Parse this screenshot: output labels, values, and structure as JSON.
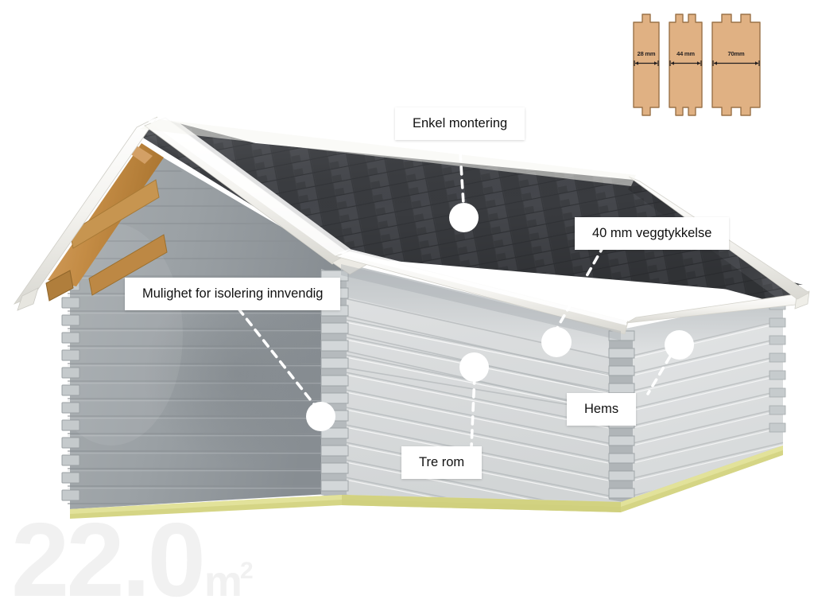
{
  "watermark": {
    "area_value": "22.0",
    "area_unit": "m",
    "area_exponent": "2"
  },
  "callouts": [
    {
      "id": "enkel-montering",
      "label": "Enkel montering"
    },
    {
      "id": "veggtykkelse",
      "label": "40 mm veggtykkelse"
    },
    {
      "id": "isolering",
      "label": "Mulighet for isolering innvendig"
    },
    {
      "id": "hems",
      "label": "Hems"
    },
    {
      "id": "tre-rom",
      "label": "Tre rom"
    }
  ],
  "legend": {
    "planks": [
      {
        "id": "plank-28",
        "dimension": "28 mm",
        "tongues": 1
      },
      {
        "id": "plank-44",
        "dimension": "44 mm",
        "tongues": 2
      },
      {
        "id": "plank-70",
        "dimension": "70mm",
        "tongues": 2
      }
    ]
  },
  "colors": {
    "background": "#ffffff",
    "roof_shingle_dark": "#3b3d41",
    "roof_shingle_light": "#4c4e53",
    "barge_board_white": "#f3f2ee",
    "wall_gable_gray": "#9aa0a4",
    "wall_front_light": "#d9dcdd",
    "wall_right_light": "#dfe1e2",
    "log_corner_gray": "#b7bcbe",
    "rafter_wood": "#c08a44",
    "foundation_olive": "#d6d686",
    "legend_wood_fill": "#e0b183",
    "legend_wood_stroke": "#9a7248",
    "callout_text": "#111111",
    "watermark_gray": "#f1f1f1"
  },
  "scene": {
    "subject": "log-cabin-garden-house",
    "roof_type": "gable-shingle",
    "wall_type": "interlocking-log"
  }
}
